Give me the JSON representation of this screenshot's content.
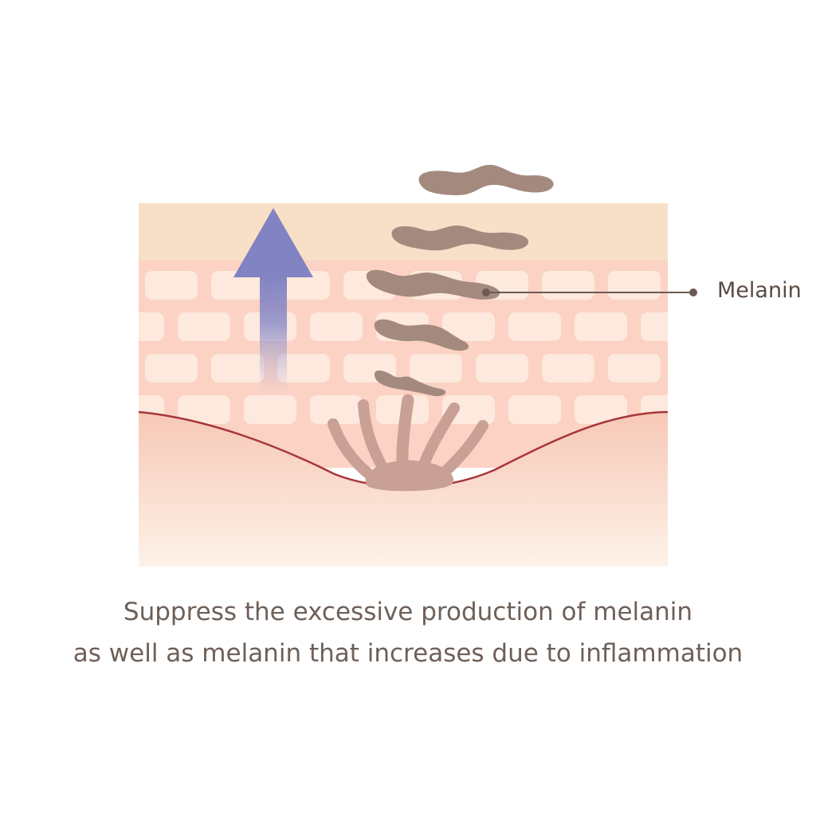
{
  "labels": {
    "melanin": "Melanin"
  },
  "caption": {
    "line1": "Suppress the excessive production of melanin",
    "line2": "as well as melanin that increases due to inflammation"
  },
  "colors": {
    "background": "#ffffff",
    "stratum_corneum": "#f8dfc8",
    "epidermis": "#fbd2c3",
    "epidermis_cells": "#fde9dd",
    "dermis_top": "#f8ccbb",
    "dermis_bottom": "#fdf1e6",
    "basement_membrane": "#a8363a",
    "melanin": "#a48a7e",
    "melanocyte": "#c9a096",
    "arrow": "#8283c2",
    "label_text": "#5a4b42",
    "caption_text": "#6e6058",
    "leader_line": "#6b5a52"
  },
  "icons": {
    "arrow": "up-arrow-icon"
  }
}
